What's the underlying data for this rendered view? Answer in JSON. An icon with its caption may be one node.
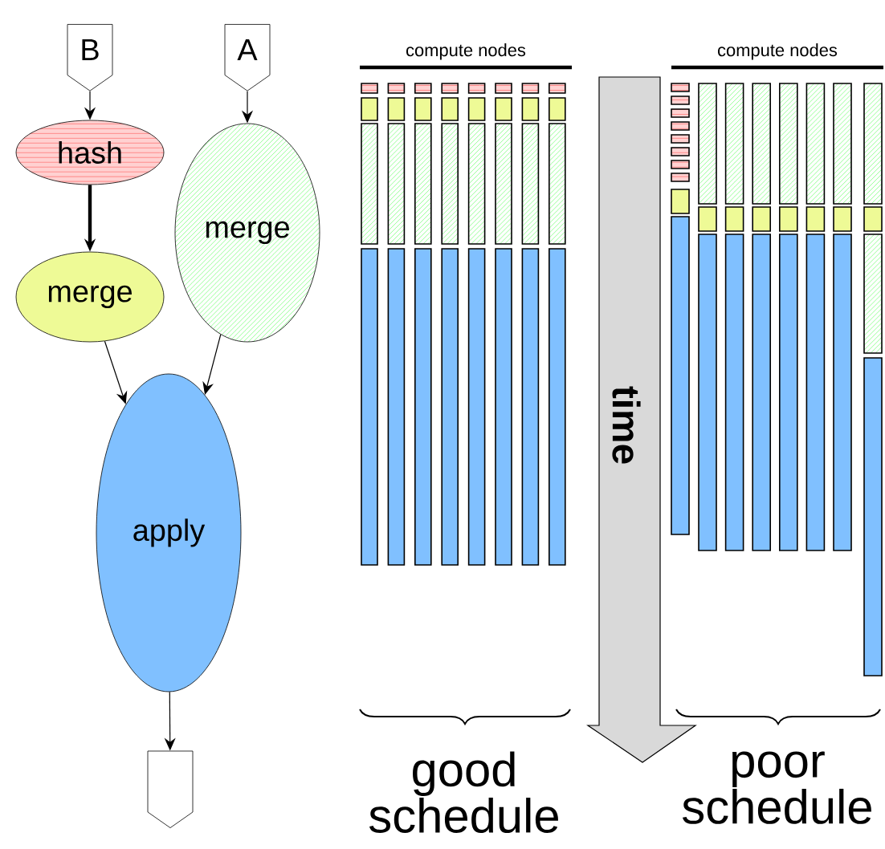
{
  "diagram": {
    "nodes": [
      {
        "text": [
          "B"
        ]
      },
      {
        "text": [
          "A"
        ]
      },
      {
        "text": [
          "hash"
        ]
      },
      {
        "text": [
          "merge"
        ]
      },
      {
        "text": [
          "merge"
        ]
      },
      {
        "text": [
          "apply"
        ]
      },
      {
        "text": [],
        "shape": "pentagon"
      }
    ],
    "edges": [
      {
        "from": 0,
        "to": 2,
        "arrow": "to"
      },
      {
        "from": 2,
        "to": 3,
        "arrow": "to",
        "style": "thick"
      },
      {
        "from": 1,
        "to": 4,
        "arrow": "to"
      },
      {
        "from": 3,
        "to": 5,
        "arrow": "to"
      },
      {
        "from": 4,
        "to": 5,
        "arrow": "to"
      },
      {
        "from": 5,
        "to": 6,
        "arrow": "to"
      }
    ],
    "labels": [
      "compute nodes",
      "compute nodes",
      "time",
      "good schedule",
      "poor schedule"
    ]
  }
}
